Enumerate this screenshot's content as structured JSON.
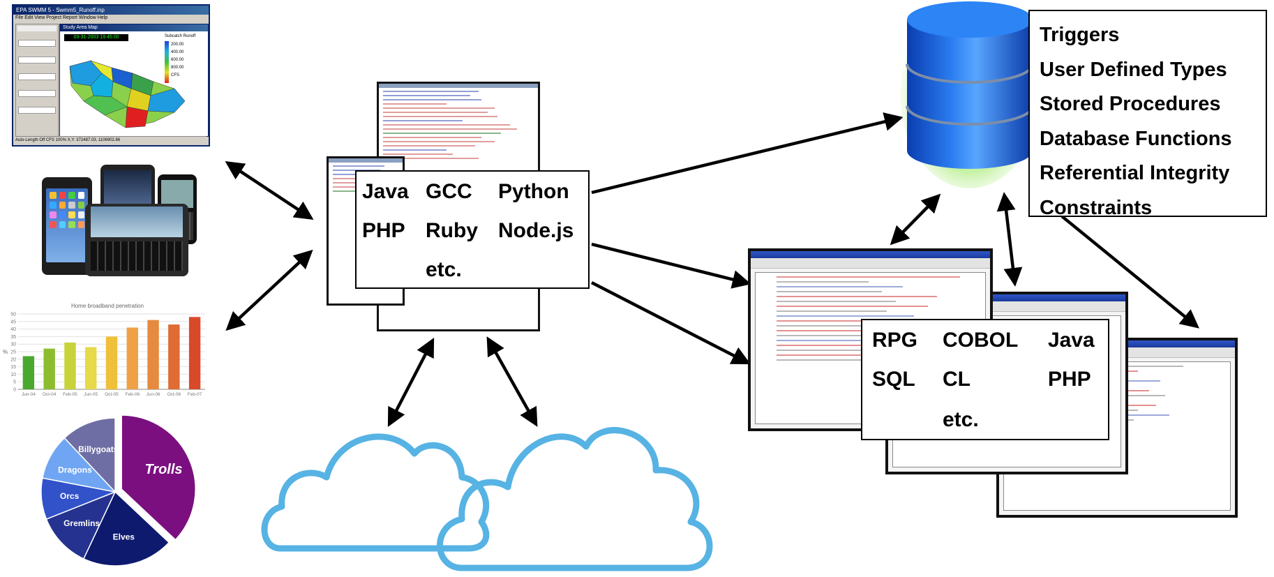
{
  "languages_box": {
    "cells": [
      "Java",
      "GCC",
      "Python",
      "PHP",
      "Ruby",
      "Node.js",
      "etc."
    ]
  },
  "ibm_box": {
    "cells": [
      "RPG",
      "COBOL",
      "Java",
      "SQL",
      "CL",
      "PHP",
      "etc."
    ]
  },
  "db_features": [
    "Triggers",
    "User Defined Types",
    "Stored Procedures",
    "Database Functions",
    "Referential Integrity",
    "Constraints"
  ],
  "swmm": {
    "title": "EPA SWMM 5 - Swmm5_Runoff.inp",
    "menu": "File  Edit  View  Project  Report  Window  Help",
    "map_title": "Study Area Map",
    "date": "03-31-2003 19:45:00",
    "legend_title": "Subcatch Runoff",
    "legend_values": [
      "200.00",
      "400.00",
      "600.00",
      "800.00",
      "CFS"
    ],
    "status": "Auto-Length Off     CFS        100%     X,Y: 372487.03, 1106902.86"
  },
  "bar_chart": {
    "title": "Home broadband penetration",
    "ylabel": "%"
  },
  "chart_data": [
    {
      "type": "bar",
      "title": "Home broadband penetration",
      "ylabel": "%",
      "xlabel": "",
      "categories": [
        "Jun-04",
        "Oct-04",
        "Feb-05",
        "Jun-05",
        "Oct-05",
        "Feb-06",
        "Jun-06",
        "Oct-06",
        "Feb-07"
      ],
      "values": [
        22,
        27,
        31,
        28,
        35,
        41,
        46,
        43,
        48
      ],
      "ylim": [
        0,
        50
      ],
      "yticks": [
        0,
        5,
        10,
        15,
        20,
        25,
        30,
        35,
        40,
        45,
        50
      ],
      "colors": [
        "#4aa82e",
        "#8cbd2e",
        "#c8d23a",
        "#e6d94a",
        "#f0c03a",
        "#eea245",
        "#e58a3e",
        "#df6b35",
        "#d84a2a"
      ]
    },
    {
      "type": "pie",
      "labels": [
        "Trolls",
        "Elves",
        "Gremlins",
        "Orcs",
        "Dragons",
        "Billygoats"
      ],
      "values": [
        37,
        20,
        12,
        9,
        10,
        12
      ],
      "colors": [
        "#7b0f80",
        "#0e1a6e",
        "#25328f",
        "#3152c9",
        "#6fa5f2",
        "#6e6ea4"
      ]
    }
  ]
}
